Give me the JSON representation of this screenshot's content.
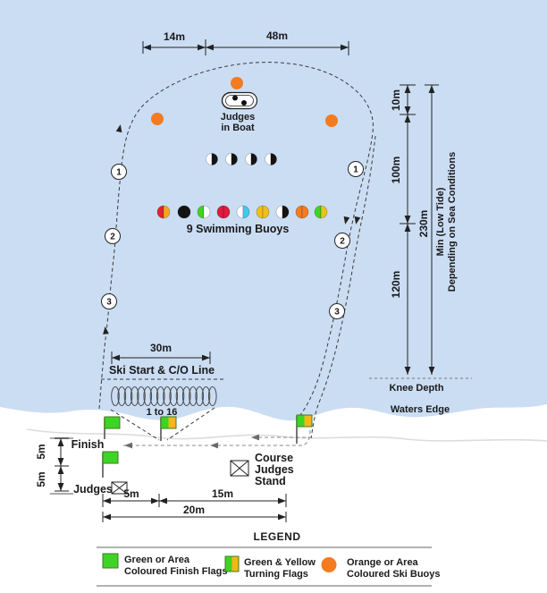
{
  "colors": {
    "water": "#cbddf3",
    "sand": "#ffffff",
    "orange": "#f47b20",
    "green": "#3ed426",
    "green_dark": "#3e7d1e",
    "yellow": "#f2b719"
  },
  "dimensions": {
    "top_14m": "14m",
    "top_48m": "48m",
    "right_10m": "10m",
    "right_100m": "100m",
    "right_230m": "230m",
    "right_120m": "120m",
    "ski_30m": "30m",
    "vert_5m_upper": "5m",
    "vert_5m_lower": "5m",
    "bottom_5m": "5m",
    "bottom_15m": "15m",
    "bottom_20m": "20m"
  },
  "labels": {
    "judges_boat_line1": "Judges",
    "judges_boat_line2": "in Boat",
    "swim_buoys": "9 Swimming Buoys",
    "ski_start_line": "Ski Start & C/O Line",
    "ski_positions": "1 to 16",
    "min_tide_line1": "Min (Low Tide)",
    "min_tide_line2": "Depending on Sea Conditions",
    "knee_depth": "Knee Depth",
    "waters_edge": "Waters Edge",
    "finish": "Finish",
    "judges": "Judges",
    "course_judges_stand_line1": "Course",
    "course_judges_stand_line2": "Judges",
    "course_judges_stand_line3": "Stand"
  },
  "course": {
    "markers_left": [
      "1",
      "2",
      "3"
    ],
    "markers_right": [
      "1",
      "2",
      "3"
    ],
    "judge_buoys": [
      [
        "#ffffff",
        "#141414"
      ],
      [
        "#ffffff",
        "#141414"
      ],
      [
        "#ffffff",
        "#141414"
      ],
      [
        "#ffffff",
        "#141414"
      ]
    ],
    "swim_buoys": [
      [
        "#e3242b",
        "#f2a71e"
      ],
      [
        "#141414",
        "#141414"
      ],
      [
        "#3ed426",
        "#ffffff"
      ],
      [
        "#df1b3f",
        "#df1b3f"
      ],
      [
        "#ffffff",
        "#3fc9f0"
      ],
      [
        "#efc01c",
        "#efc01c"
      ],
      [
        "#ffffff",
        "#141414"
      ],
      [
        "#f47b20",
        "#f47b20"
      ],
      [
        "#3ed426",
        "#efc01c"
      ]
    ],
    "ski_lane_count": 16
  },
  "legend": {
    "title": "LEGEND",
    "items": [
      {
        "line1": "Green or Area",
        "line2": "Coloured Finish Flags"
      },
      {
        "line1": "Green & Yellow",
        "line2": "Turning Flags"
      },
      {
        "line1": "Orange or Area",
        "line2": "Coloured Ski Buoys"
      }
    ]
  }
}
